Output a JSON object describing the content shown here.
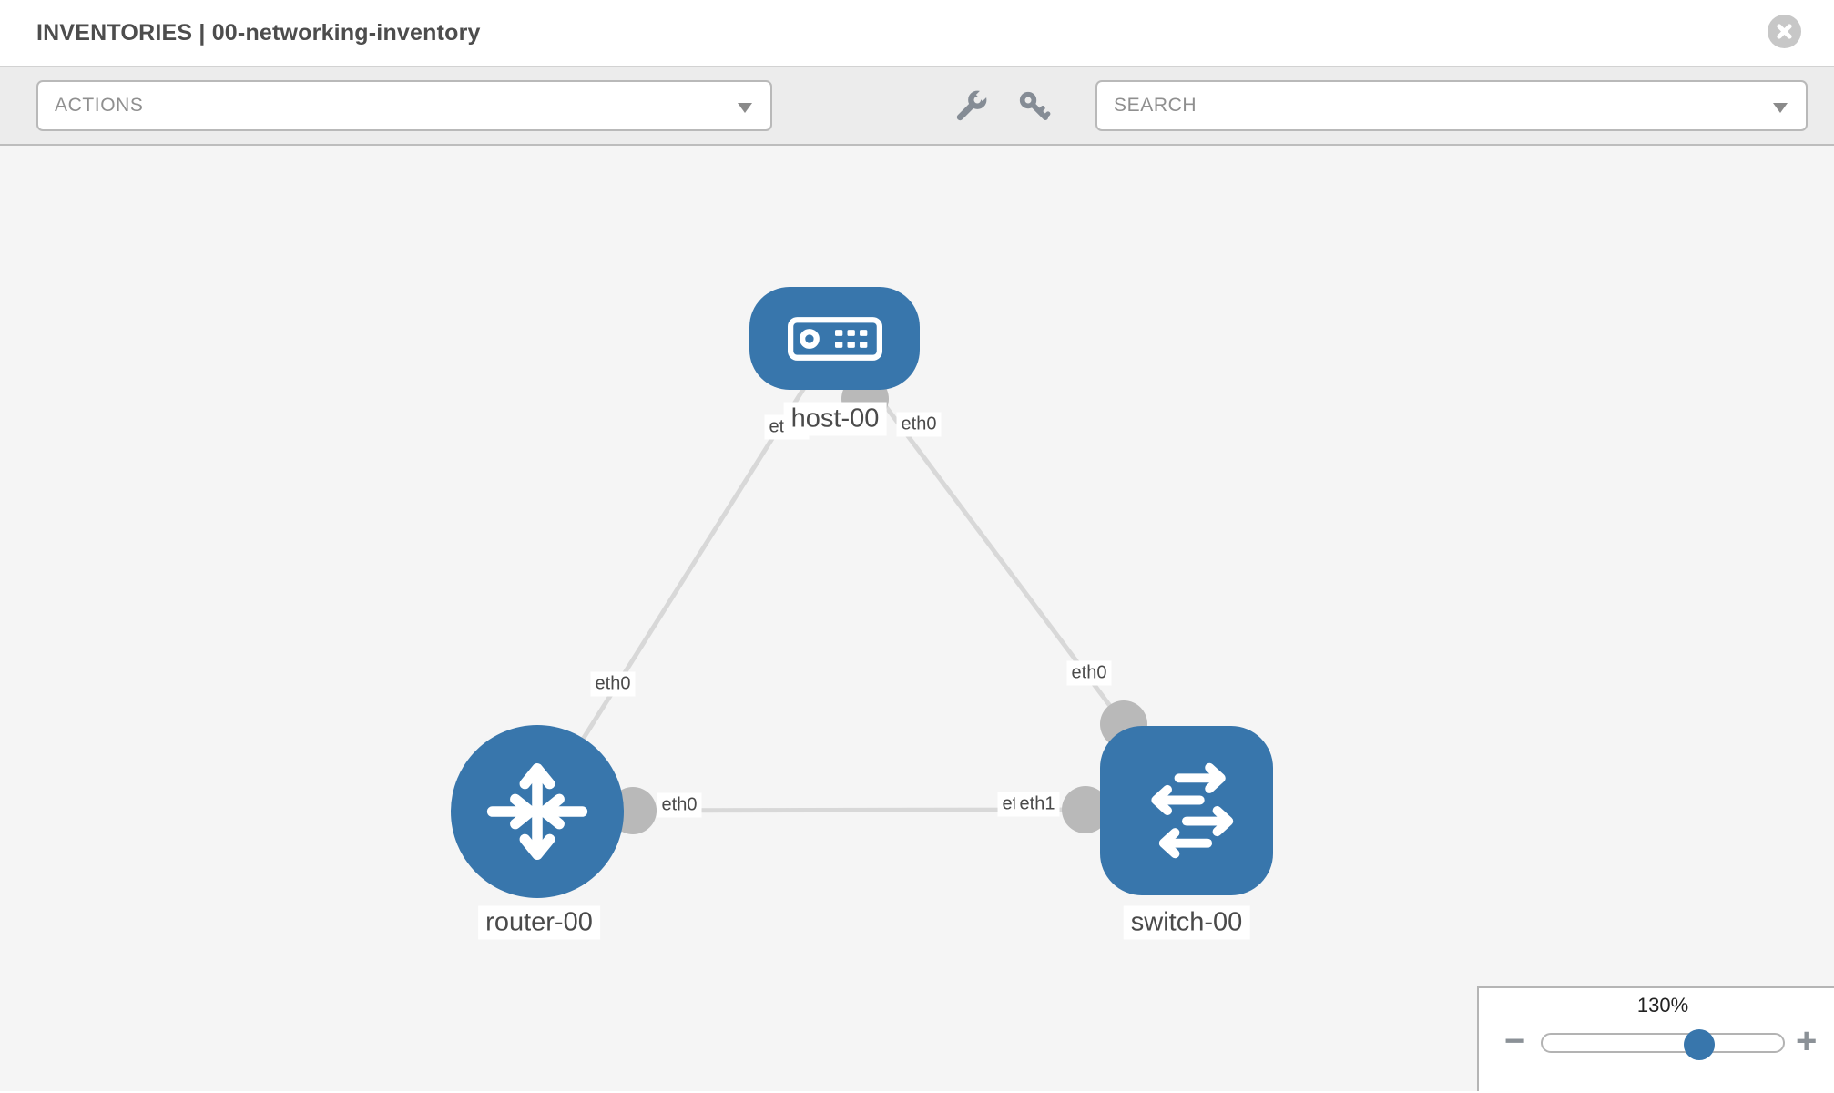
{
  "header": {
    "title": "INVENTORIES | 00-networking-inventory"
  },
  "toolbar": {
    "actions_label": "ACTIONS",
    "search_placeholder": "SEARCH",
    "icons": [
      "wrench-icon",
      "key-icon"
    ]
  },
  "topology": {
    "nodes": [
      {
        "id": "host-00",
        "type": "host",
        "label": "host-00"
      },
      {
        "id": "router-00",
        "type": "router",
        "label": "router-00"
      },
      {
        "id": "switch-00",
        "type": "switch",
        "label": "switch-00"
      }
    ],
    "links": [
      {
        "from": "host-00",
        "from_iface": "eth0",
        "to": "router-00",
        "to_iface": "eth0"
      },
      {
        "from": "host-00",
        "from_iface": "eth0",
        "to": "switch-00",
        "to_iface": "eth0"
      },
      {
        "from": "router-00",
        "from_iface": "eth0",
        "to": "switch-00",
        "to_iface": "eth1"
      }
    ],
    "iface_labels": {
      "host_left": "eth0",
      "host_right": "eth0",
      "router_top": "eth0",
      "router_right": "eth0",
      "switch_left_under": "eth0",
      "switch_left": "eth1",
      "switch_top": "eth0"
    }
  },
  "zoom_control": {
    "level": "130%",
    "minus_label": "−",
    "plus_label": "+"
  },
  "colors": {
    "accent_blue": "#3876ac",
    "link_gray": "#d8d8d8",
    "connector_gray": "#b9b9b9",
    "toolbar_icon_gray": "#858c95"
  }
}
